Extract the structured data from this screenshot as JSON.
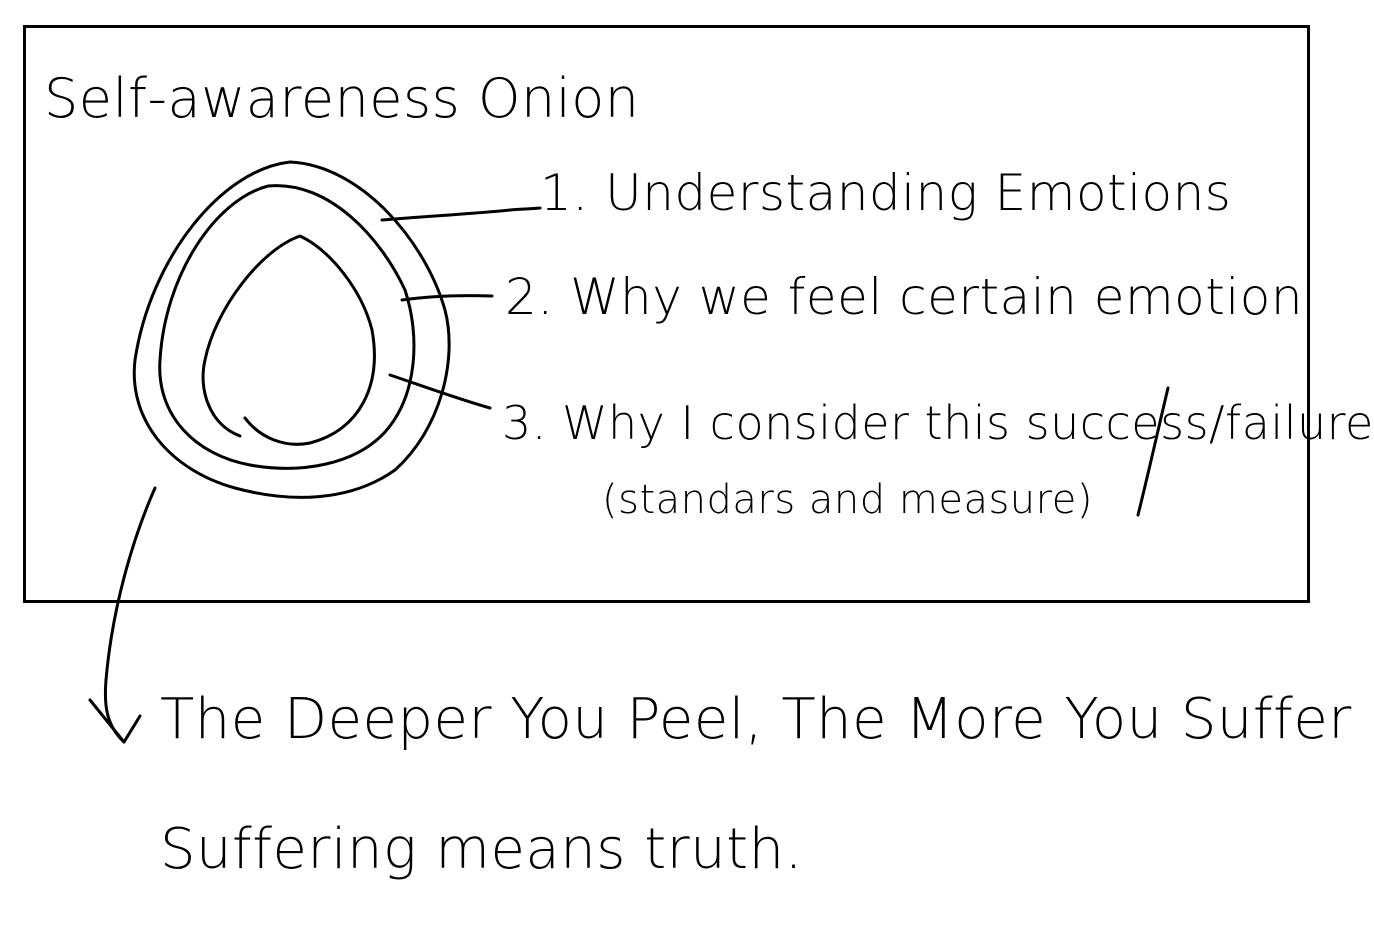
{
  "diagram": {
    "title": "Self-awareness Onion",
    "layers": [
      {
        "label": "1. Understanding Emotions"
      },
      {
        "label": "2. Why we feel certain emotion"
      },
      {
        "label": "3. Why I consider this success/failure",
        "sub": "(standars and measure)"
      }
    ]
  },
  "caption": {
    "line1": "The Deeper You Peel, The More You Suffer",
    "line2": "Suffering means truth."
  },
  "colors": {
    "ink": "#000000",
    "paper": "#ffffff"
  }
}
